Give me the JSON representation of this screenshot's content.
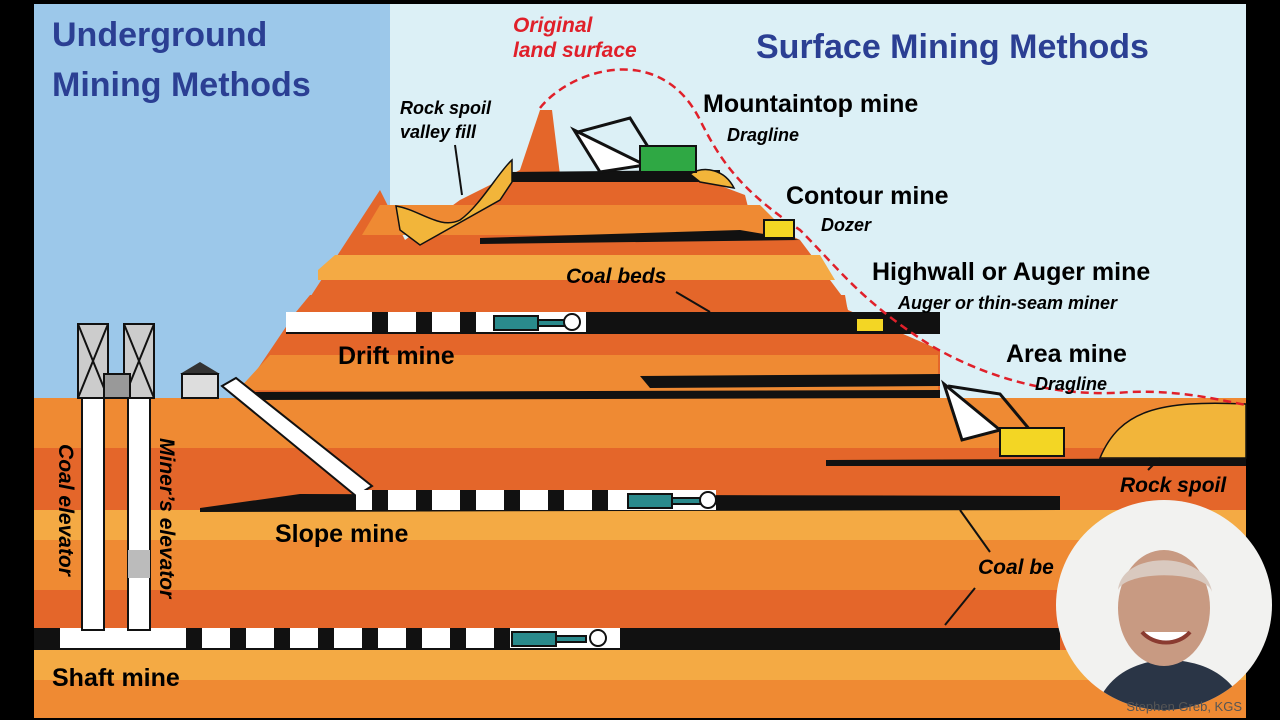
{
  "headings": {
    "underground": [
      "Underground",
      "Mining  Methods"
    ],
    "surface": "Surface Mining  Methods"
  },
  "annotations": {
    "original_surface": [
      "Original",
      "land surface"
    ],
    "rock_spoil_fill": [
      "Rock spoil",
      "valley fill"
    ],
    "mountaintop": {
      "title": "Mountaintop mine",
      "equipment": "Dragline"
    },
    "contour": {
      "title": "Contour mine",
      "equipment": "Dozer"
    },
    "highwall": {
      "title": "Highwall or Auger mine",
      "equipment": "Auger  or  thin-seam  miner"
    },
    "area": {
      "title": "Area mine",
      "equipment": "Dragline"
    },
    "coal_beds_upper": "Coal  beds",
    "coal_beds_lower": "Coal  be",
    "rock_spoil": "Rock spoil",
    "drift": "Drift mine",
    "slope": "Slope mine",
    "shaft": "Shaft mine",
    "coal_elevator": "Coal elevator",
    "miners_elevator": "Miner’s elevator"
  },
  "credit": "Stephen Greb, KGS",
  "colors": {
    "sky_underground": "#9cc8ea",
    "sky_surface": "#dcf0f6",
    "orange_dark": "#e4662a",
    "orange_mid": "#ef8a33",
    "orange_light": "#f4aa44",
    "coal": "#111111",
    "spoil": "#f2b53a",
    "heading_blue": "#2b3f93",
    "surface_line": "#e0202a",
    "equipment_green": "#2fa844",
    "equipment_yellow": "#f3d624",
    "vehicle_teal": "#2a8a8c"
  },
  "icons": [
    "headframe-icon",
    "building-icon",
    "dragline-icon",
    "dozer-icon",
    "auger-icon",
    "continuous-miner-icon",
    "presenter-webcam"
  ]
}
